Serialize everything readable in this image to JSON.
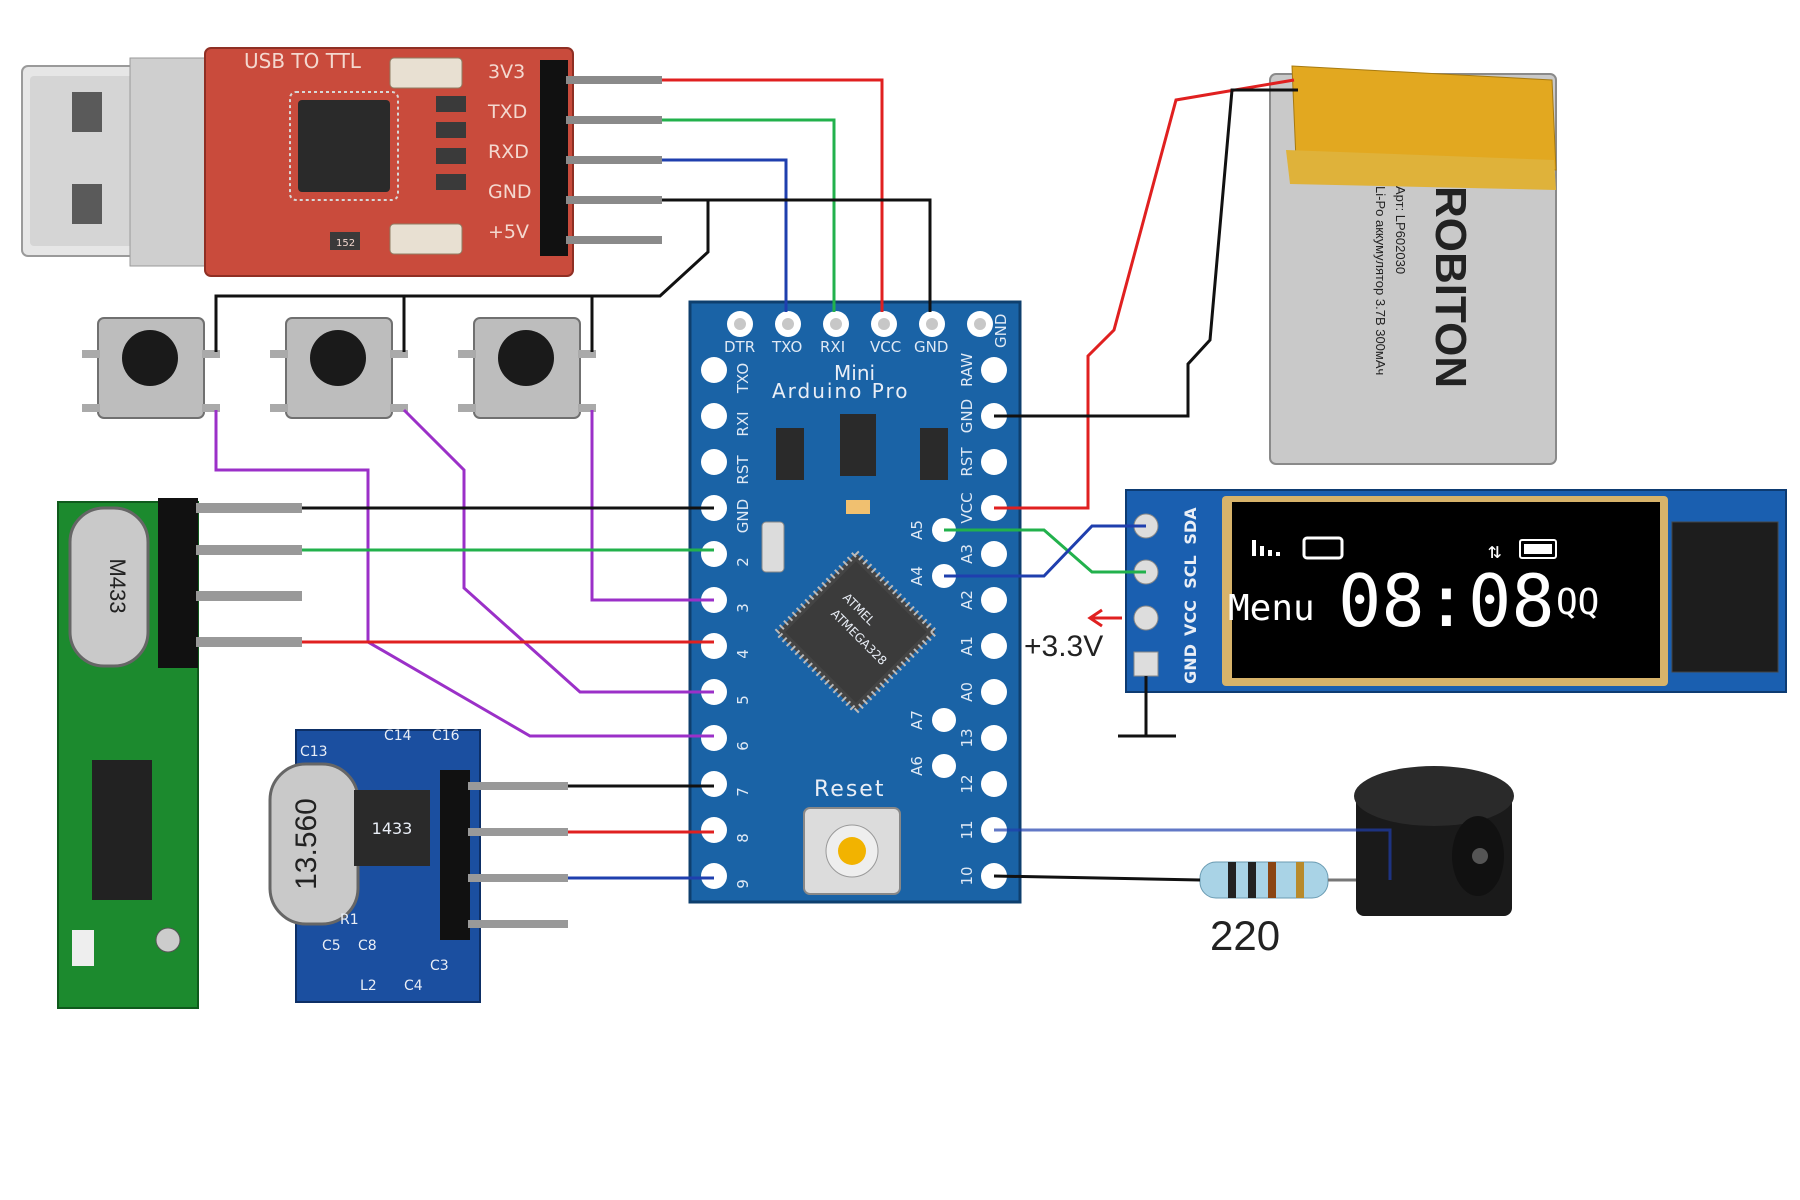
{
  "usb_ttl": {
    "title": "USB TO TTL",
    "pins": [
      "3V3",
      "TXD",
      "RXD",
      "GND",
      "+5V"
    ],
    "part_label": "152"
  },
  "arduino": {
    "name_line1": "Mini",
    "name_line2": "Arduino Pro",
    "top_pins": [
      "DTR",
      "TXO",
      "RXI",
      "VCC",
      "GND",
      "GND"
    ],
    "left_pins": [
      "TXO",
      "RXI",
      "RST",
      "GND",
      "2",
      "3",
      "4",
      "5",
      "6",
      "7",
      "8",
      "9"
    ],
    "right_pins": [
      "RAW",
      "GND",
      "RST",
      "VCC",
      "A3",
      "A2",
      "A1",
      "A0",
      "13",
      "12",
      "11",
      "10"
    ],
    "inner_pins": [
      "A5",
      "A4",
      "A7",
      "A6"
    ],
    "chip_brand": "ATMEL",
    "chip_model": "ATMEGA328",
    "reset_label": "Reset"
  },
  "battery": {
    "brand": "ROBITON",
    "article": "Арт: LP602030",
    "desc": "Li-Po аккумулятор 3.7В 300мАч"
  },
  "oled": {
    "pins": [
      "SDA",
      "SCL",
      "VCC",
      "GND"
    ],
    "menu_text": "Menu",
    "time_text": "08:08",
    "right_text": "QQ",
    "vcc_annotation": "+3.3V"
  },
  "rf_receiver": {
    "crystal_label": "M433"
  },
  "rf_transmitter": {
    "crystal_label": "13.560",
    "chip_label": "1433",
    "silk_labels": [
      "C13",
      "C14",
      "C16",
      "C5",
      "C8",
      "L2",
      "C4",
      "C3",
      "R1"
    ]
  },
  "resistor": {
    "value_label": "220"
  },
  "colors": {
    "wire_red": "#e02020",
    "wire_green": "#22b14c",
    "wire_blue": "#1f3fae",
    "wire_black": "#111111",
    "wire_purple": "#9b30c8",
    "arduino_pcb": "#1a63a6",
    "usb_pcb": "#c94b3c",
    "rf_pcb": "#1c8a2e",
    "tx_pcb": "#1b4fa0",
    "oled_pcb": "#1a5fb0"
  }
}
